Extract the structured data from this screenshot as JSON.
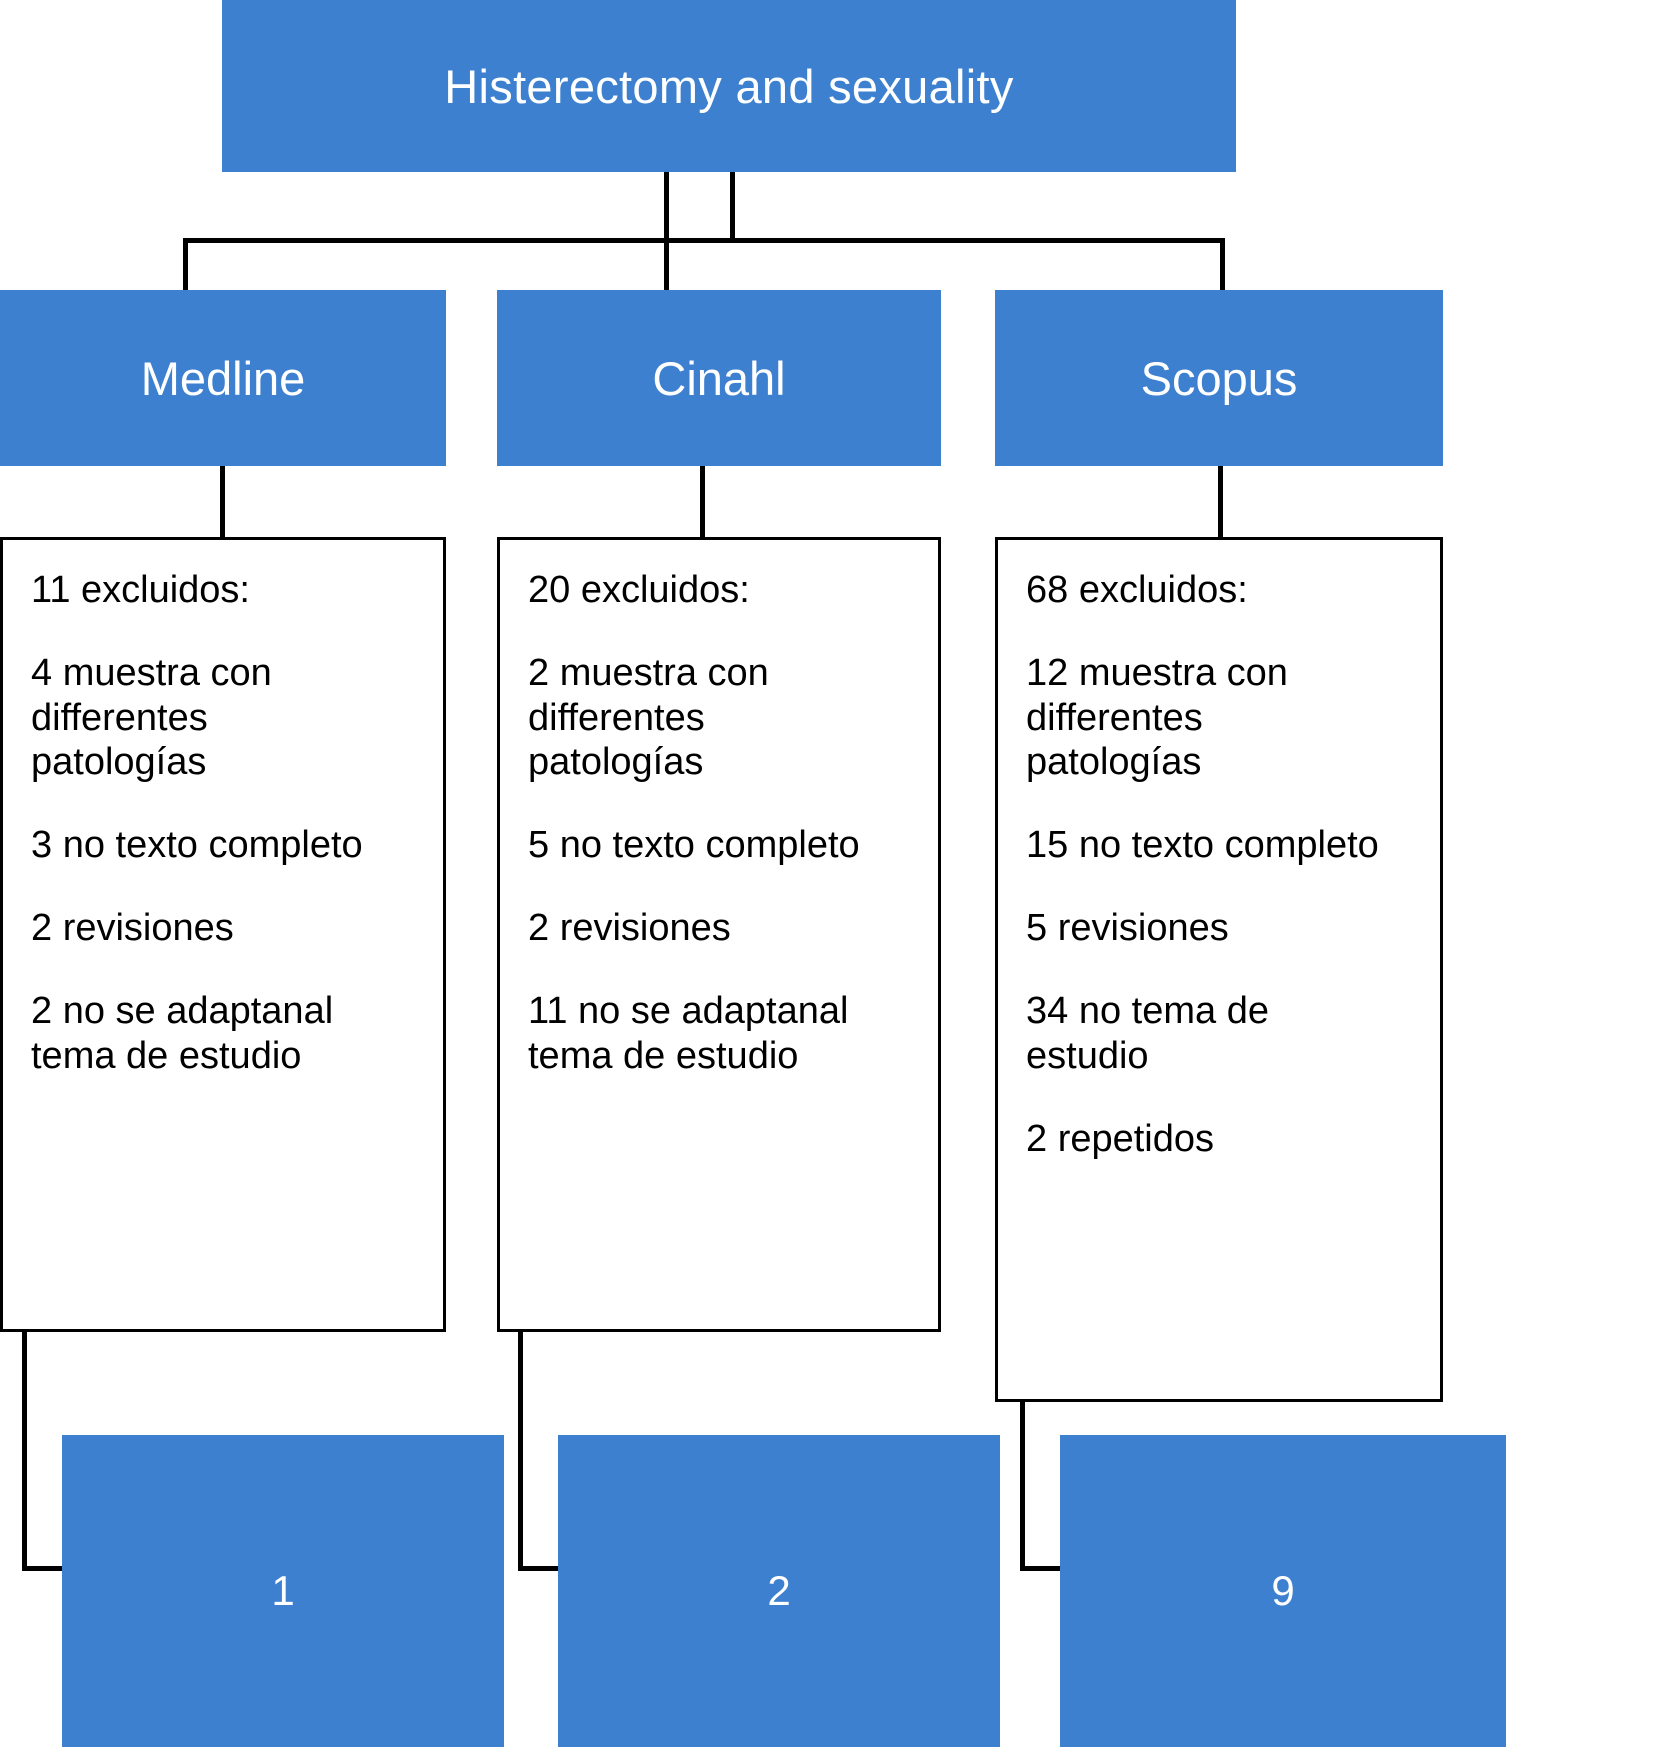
{
  "diagram": {
    "title": "Histerectomy and sexuality",
    "accent_color": "#3d80d0",
    "line_color": "#000000",
    "databases": [
      {
        "name": "Medline"
      },
      {
        "name": "Cinahl"
      },
      {
        "name": "Scopus"
      }
    ],
    "exclusions": [
      {
        "header": "11 excluidos:",
        "reasons": [
          "4 muestra con\ndifferentes\npatologías",
          "3 no texto completo",
          "2 revisiones",
          "2 no se adaptanal\ntema de estudio"
        ]
      },
      {
        "header": "20 excluidos:",
        "reasons": [
          "2 muestra con\ndifferentes\npatologías",
          "5 no texto completo",
          "2 revisiones",
          "11 no se adaptanal\ntema de estudio"
        ]
      },
      {
        "header": "68 excluidos:",
        "reasons": [
          "12 muestra con\ndifferentes\npatologías",
          "15 no texto completo",
          "5 revisiones",
          "34 no tema de\nestudio",
          "2 repetidos"
        ]
      }
    ],
    "results": [
      {
        "count": "1"
      },
      {
        "count": "2"
      },
      {
        "count": "9"
      }
    ]
  }
}
